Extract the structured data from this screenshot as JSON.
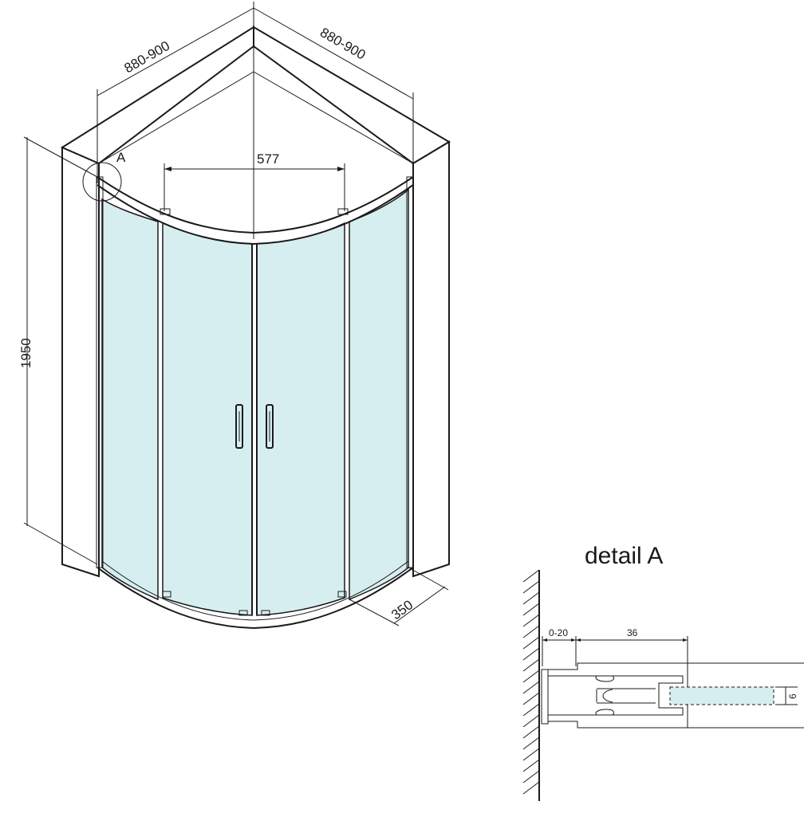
{
  "dimensions": {
    "width_left": "880-900",
    "width_right": "880-900",
    "door_opening": "577",
    "height": "1950",
    "depth_side": "350",
    "detail_marker": "A"
  },
  "detail": {
    "title": "detail A",
    "adjust_range": "0-20",
    "profile_width": "36",
    "glass_thickness": "6"
  },
  "colors": {
    "glass": "#d7eef1",
    "lines": "#1a1a1a",
    "background": "#ffffff"
  }
}
